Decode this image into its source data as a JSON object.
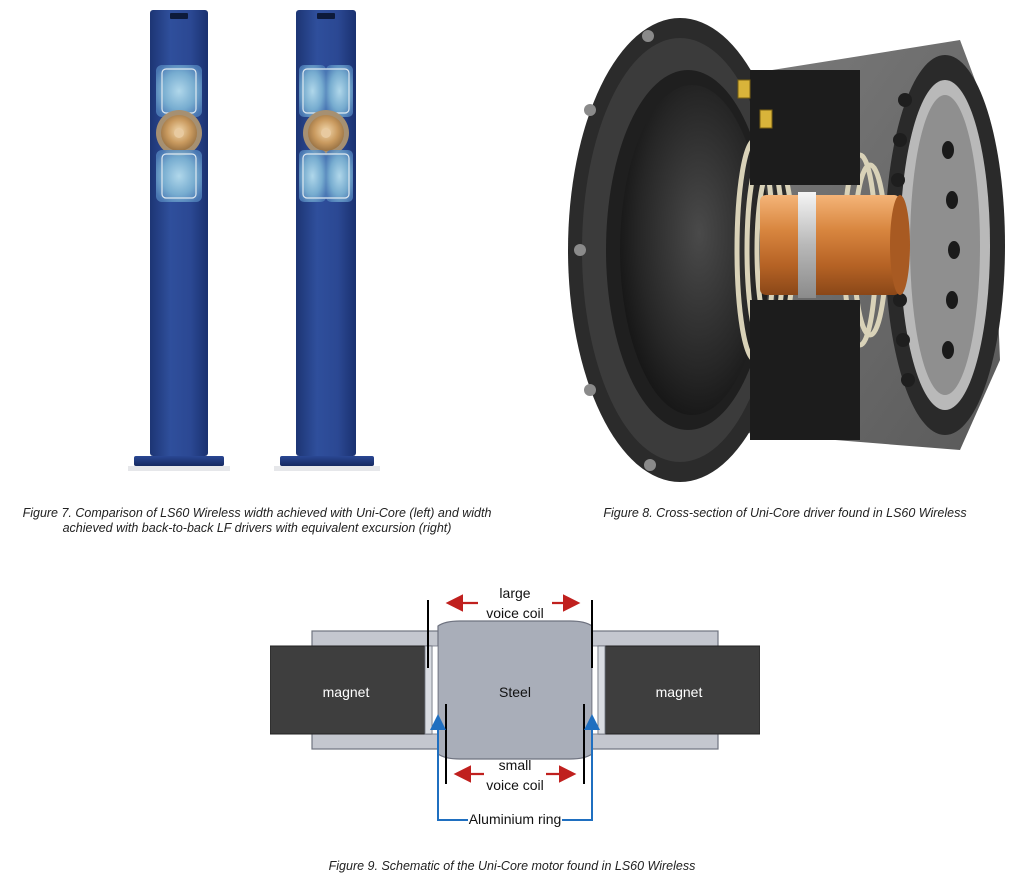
{
  "figures": [
    {
      "number": 7,
      "caption_line1": "Figure 7. Comparison of LS60 Wireless width achieved with Uni-Core (left) and width",
      "caption_line2": "achieved with back-to-back LF drivers with equivalent excursion (right)"
    },
    {
      "number": 8,
      "caption": "Figure 8. Cross-section of Uni-Core driver found in LS60 Wireless"
    },
    {
      "number": 9,
      "caption": "Figure 9. Schematic of the Uni-Core motor found in LS60 Wireless",
      "labels": {
        "large_line1": "large",
        "large_line2": "voice coil",
        "small_line1": "small",
        "small_line2": "voice coil",
        "steel": "Steel",
        "magnet_left": "magnet",
        "magnet_right": "magnet",
        "aluminium_ring": "Aluminium ring"
      }
    }
  ],
  "colors": {
    "speaker_blue": "#2c4a94",
    "speaker_blue_dark": "#1c336f",
    "copper": "#d8863f",
    "driver_dark": "#2b2b2b",
    "steel_fill": "#a9aeb9",
    "magnet_fill": "#3e3e3e",
    "plate_fill": "#c4c7cf",
    "arrow_red": "#c0201e",
    "arrow_blue": "#1f6fc0"
  }
}
